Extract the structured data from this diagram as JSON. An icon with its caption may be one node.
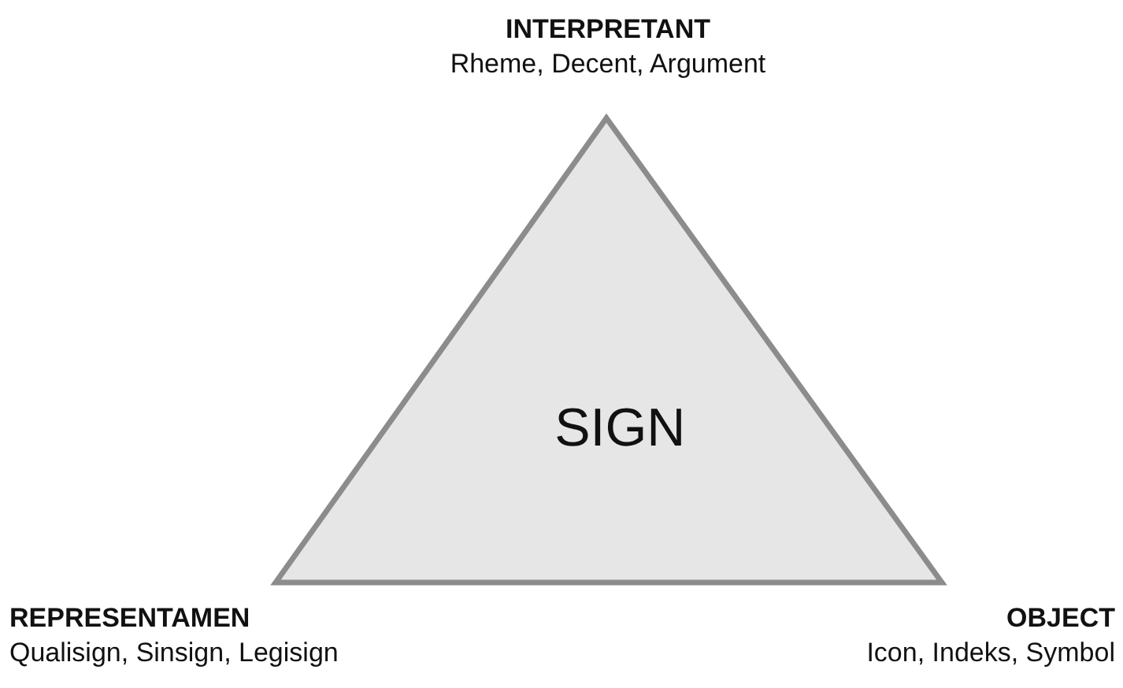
{
  "diagram": {
    "nodes": [
      {
        "text": [
          "SIGN"
        ]
      }
    ],
    "labels": [
      "INTERPRETANT",
      "Rheme, Decent, Argument",
      "REPRESENTAMEN",
      "Qualisign, Sinsign, Legisign",
      "OBJECT",
      "Icon, Indeks, Symbol"
    ]
  }
}
